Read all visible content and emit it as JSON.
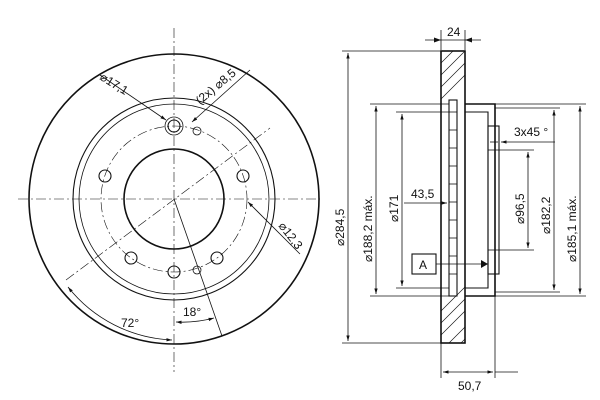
{
  "front_view": {
    "dim_hub_hole": "17,1",
    "dim_small_holes": "(2x) ",
    "dim_small_holes_dia": "8,5",
    "dim_bolt_hole": "12,3",
    "angle_72": "72°",
    "angle_18": "18°",
    "diameter_symbol": "⌀"
  },
  "section_view": {
    "dim_thickness": "24",
    "dim_outer_diameter": "284,5",
    "dim_friction_outer": "188,2 máx.",
    "dim_inner_171": "171",
    "dim_offset": "43,5",
    "dim_chamfer": "3x45 °",
    "dim_center_bore": "96,5",
    "dim_hub_182": "182,2",
    "dim_hat_185": "185,1 máx.",
    "dim_height": "50,7",
    "datum_label": "A",
    "diameter_symbol": "⌀"
  }
}
